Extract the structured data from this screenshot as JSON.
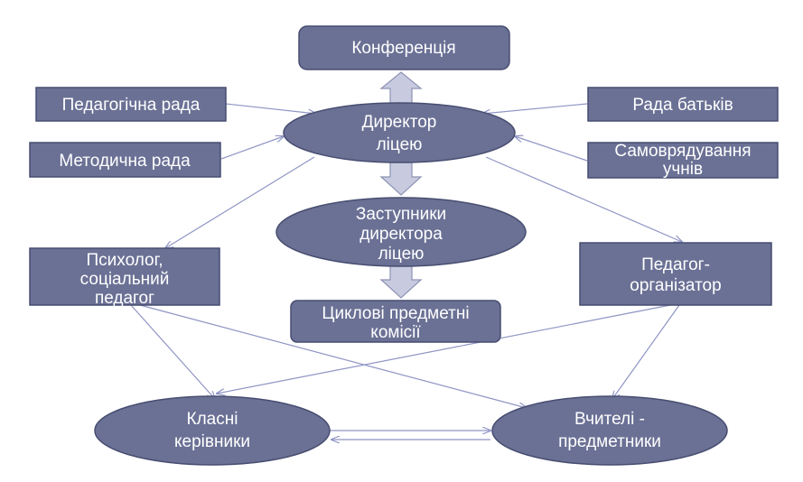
{
  "nodes": {
    "conference": "Конференція",
    "ped_council": "Педагогічна рада",
    "parent_council": "Рада батьків",
    "director_l1": "Директор",
    "director_l2": "ліцею",
    "method_council": "Методична  рада",
    "self_gov_l1": "Самоврядування",
    "self_gov_l2": "учнів",
    "deputies_l1": "Заступники",
    "deputies_l2": "директора",
    "deputies_l3": "ліцею",
    "psych_l1": "Психолог,",
    "psych_l2": "соціальний",
    "psych_l3": "педагог",
    "organizer_l1": "Педагог-",
    "organizer_l2": "організатор",
    "commissions_l1": "Циклові предметні",
    "commissions_l2": "комісії",
    "class_l1": "Класні",
    "class_l2": "керівники",
    "teachers_l1": "Вчителі -",
    "teachers_l2": "предметники"
  },
  "colors": {
    "node_fill": "#6b7195",
    "node_stroke": "#474d70",
    "edge": "#8f95c4",
    "block_arrow_fill": "#c8cbe0"
  }
}
